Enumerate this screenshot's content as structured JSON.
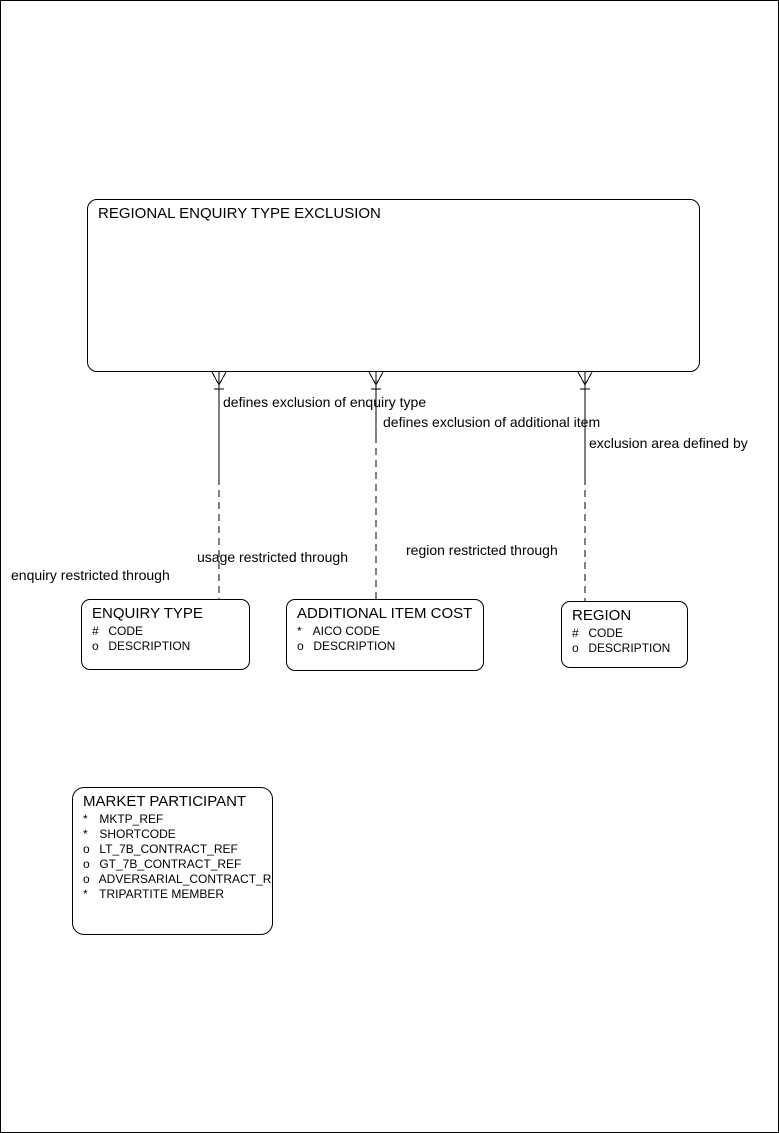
{
  "diagram": {
    "colors": {
      "stroke": "#000000",
      "background": "#ffffff",
      "text": "#000000"
    },
    "entities": {
      "regional_enquiry_type_exclusion": {
        "title": "REGIONAL ENQUIRY TYPE EXCLUSION"
      },
      "enquiry_type": {
        "title": "ENQUIRY TYPE",
        "attributes": [
          {
            "prefix": "#",
            "name": "CODE"
          },
          {
            "prefix": "o",
            "name": "DESCRIPTION"
          }
        ]
      },
      "additional_item_cost": {
        "title": "ADDITIONAL ITEM COST",
        "attributes": [
          {
            "prefix": "*",
            "name": "AICO CODE"
          },
          {
            "prefix": "o",
            "name": "DESCRIPTION"
          }
        ]
      },
      "region": {
        "title": "REGION",
        "attributes": [
          {
            "prefix": "#",
            "name": "CODE"
          },
          {
            "prefix": "o",
            "name": "DESCRIPTION"
          }
        ]
      },
      "market_participant": {
        "title": "MARKET PARTICIPANT",
        "attributes": [
          {
            "prefix": "*",
            "name": "MKTP_REF"
          },
          {
            "prefix": "*",
            "name": "SHORTCODE"
          },
          {
            "prefix": "o",
            "name": "LT_7B_CONTRACT_REF"
          },
          {
            "prefix": "o",
            "name": "GT_7B_CONTRACT_REF"
          },
          {
            "prefix": "o",
            "name": "ADVERSARIAL_CONTRACT_REF"
          },
          {
            "prefix": "*",
            "name": "TRIPARTITE MEMBER"
          }
        ]
      }
    },
    "relationship_labels": {
      "defines_exclusion_of_enquiry_type": "defines exclusion of enquiry type",
      "defines_exclusion_of_additional_item": "defines exclusion of additional item",
      "exclusion_area_defined_by": "exclusion area defined by",
      "region_restricted_through": "region restricted through",
      "usage_restricted_through": "usage restricted through",
      "enquiry_restricted_through": "enquiry restricted through"
    }
  }
}
